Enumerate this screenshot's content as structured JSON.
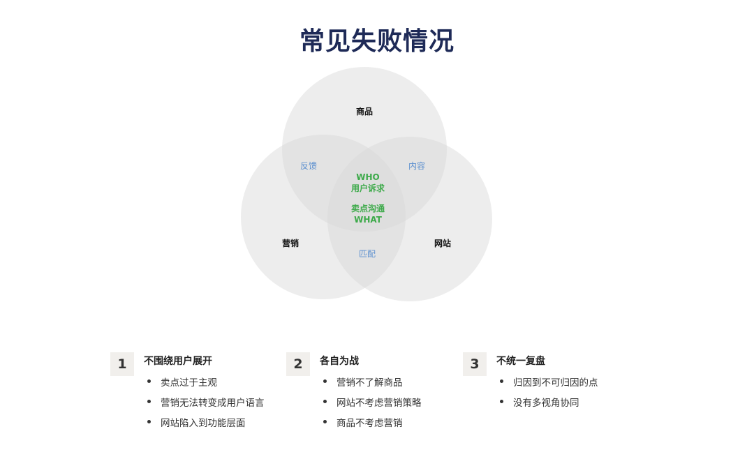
{
  "title": "常见失败情况",
  "venn": {
    "sets": [
      "商品",
      "营销",
      "网站"
    ],
    "intersections": {
      "product_marketing": "反馈",
      "product_website": "内容",
      "marketing_website": "匹配"
    },
    "center": [
      "WHO",
      "用户诉求",
      "卖点沟通",
      "WHAT"
    ],
    "colors": {
      "circle": "#e6e6e6",
      "pair": "#5b8fcf",
      "center": "#3daa4a"
    }
  },
  "groups": [
    {
      "number": "1",
      "title": "不围绕用户展开",
      "items": [
        "卖点过于主观",
        "营销无法转变成用户语言",
        "网站陷入到功能层面"
      ]
    },
    {
      "number": "2",
      "title": "各自为战",
      "items": [
        "营销不了解商品",
        "网站不考虑营销策略",
        "商品不考虑营销"
      ]
    },
    {
      "number": "3",
      "title": "不统一复盘",
      "items": [
        "归因到不可归因的点",
        "没有多视角协同"
      ]
    }
  ]
}
